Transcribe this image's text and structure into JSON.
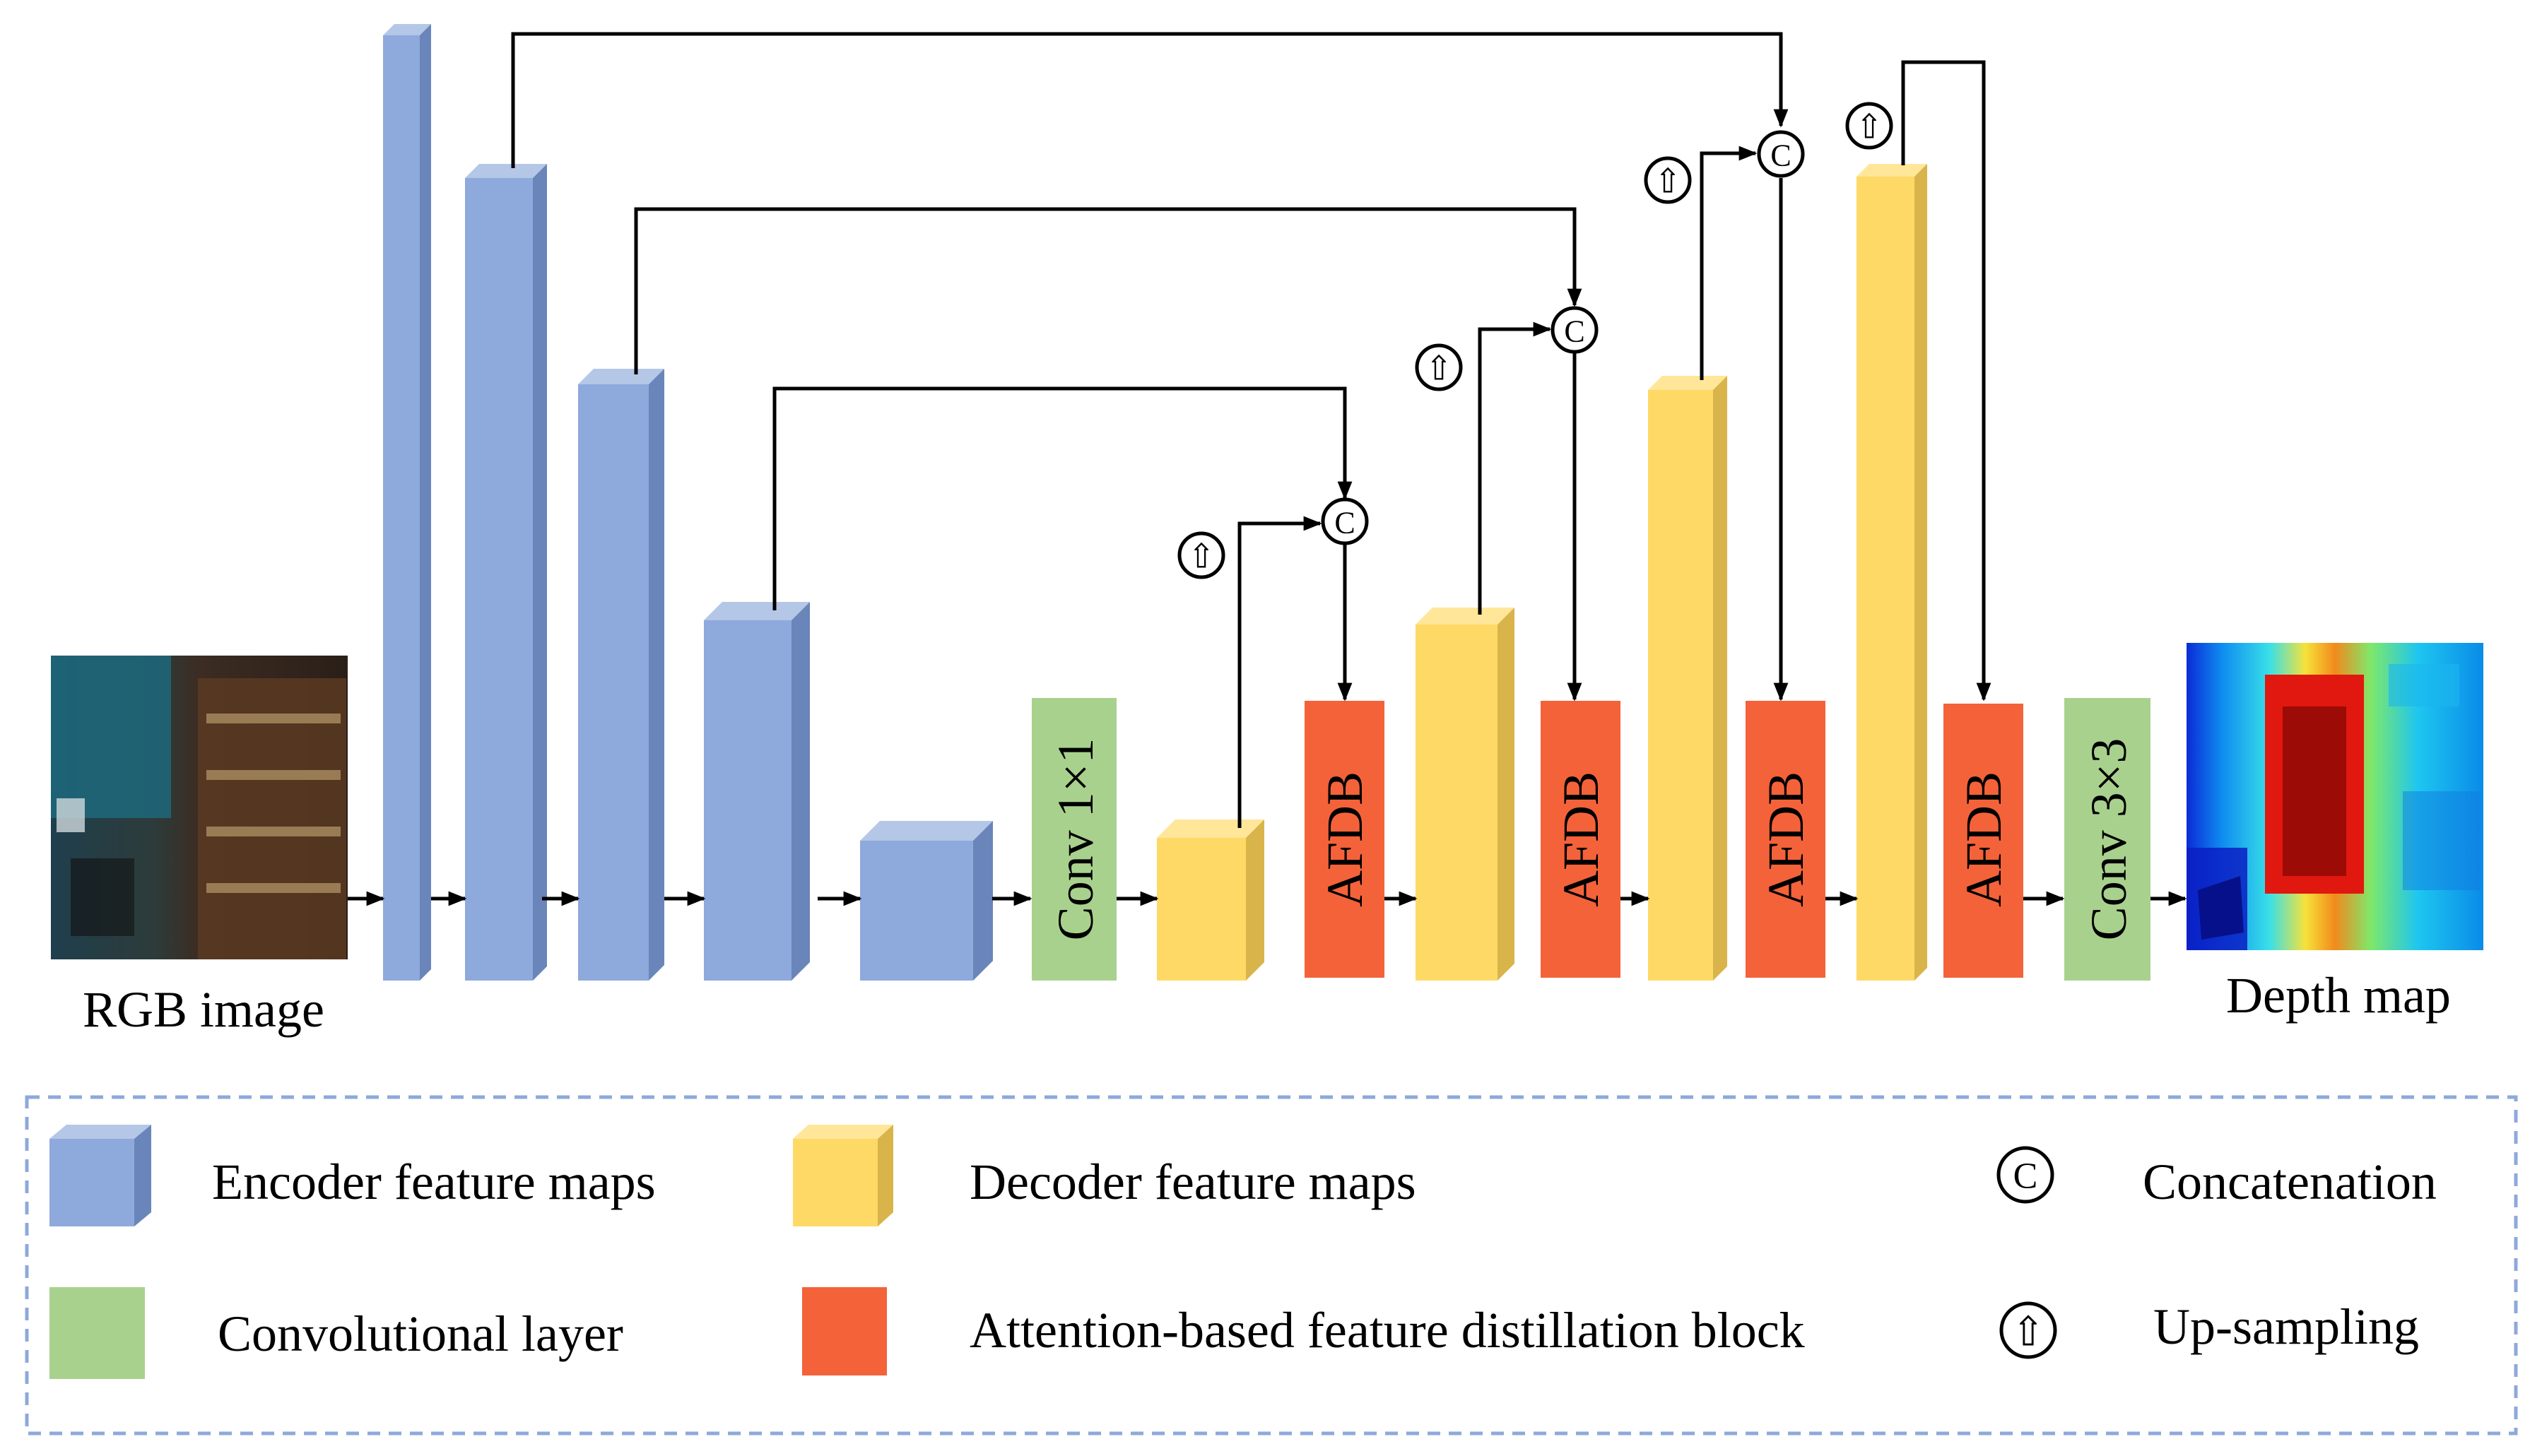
{
  "colors": {
    "encoder_front": "#8EA9DB",
    "encoder_side": "#6A85BA",
    "encoder_top": "#B4C7E7",
    "decoder_front": "#FFD966",
    "decoder_side": "#D9B44A",
    "decoder_top": "#FFE699",
    "conv": "#A9D18E",
    "afdb": "#F4623A",
    "legend_border": "#8EA9DB"
  },
  "labels": {
    "rgb_image": "RGB image",
    "depth_map": "Depth map",
    "conv1": "Conv 1×1",
    "conv3": "Conv 3×3",
    "afdb": "AFDB",
    "concat_symbol": "C",
    "upsample_symbol": "⇧"
  },
  "legend": {
    "encoder": "Encoder feature maps",
    "decoder": "Decoder feature maps",
    "concatenation": "Concatenation",
    "conv_layer": "Convolutional layer",
    "afdb": "Attention-based feature distillation block",
    "upsampling": "Up-sampling"
  },
  "icons": {
    "concatenation": "circled-c-icon",
    "upsampling": "double-up-arrow-icon"
  }
}
